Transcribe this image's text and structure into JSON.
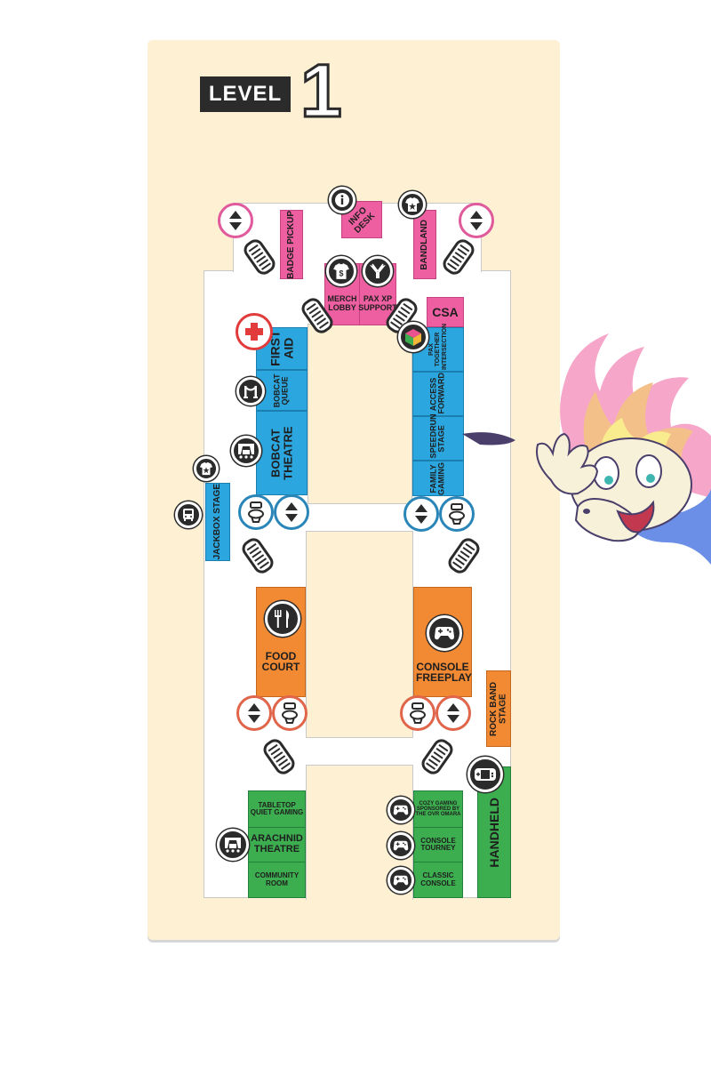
{
  "level": {
    "label": "LEVEL",
    "number": "1"
  },
  "rooms": {
    "badge_pickup": "BADGE PICKUP",
    "info_desk": "INFO DESK",
    "bandland": "BANDLAND",
    "merch_lobby": "MERCH LOBBY",
    "pax_xp_support": "PAX XP SUPPORT",
    "csa": "CSA",
    "first_aid": "FIRST AID",
    "bobcat_queue": "BOBCAT QUEUE",
    "bobcat_theatre": "BOBCAT THEATRE",
    "jackbox_stage": "JACKBOX STAGE",
    "pax_together": "PAX TOGETHER INTERSECTION",
    "access_forward": "ACCESS FORWARD",
    "speedrun_stage": "SPEEDRUN STAGE",
    "family_gaming": "FAMILY GAMING",
    "food_court": "FOOD COURT",
    "console_freeplay": "CONSOLE FREEPLAY",
    "rock_band_stage": "ROCK BAND STAGE",
    "handheld": "HANDHELD",
    "tabletop_quiet": "TABLETOP QUIET GAMING",
    "arachnid_theatre": "ARACHNID THEATRE",
    "community_room": "COMMUNITY ROOM",
    "cozy_gaming": "COZY GAMING SPONSORED BY THE OVR OMARA",
    "console_tourney": "CONSOLE TOURNEY",
    "classic_console": "CLASSIC CONSOLE"
  },
  "colors": {
    "pink": "#ee5fa1",
    "blue": "#2ca6de",
    "orange": "#f28a34",
    "green": "#3cae4f",
    "card": "#fdf0d3"
  },
  "icons": [
    "info-icon",
    "star-shirt-icon",
    "merch-shirt-icon",
    "pax-xp-wings-icon",
    "first-aid-cross-icon",
    "queue-stanchion-icon",
    "theatre-stage-icon",
    "bus-icon",
    "pax-together-cube-icon",
    "fork-knife-icon",
    "gamepad-icon",
    "handheld-console-icon",
    "elevator-icon",
    "restroom-icon",
    "escalator-icon",
    "mascot-illustration"
  ]
}
